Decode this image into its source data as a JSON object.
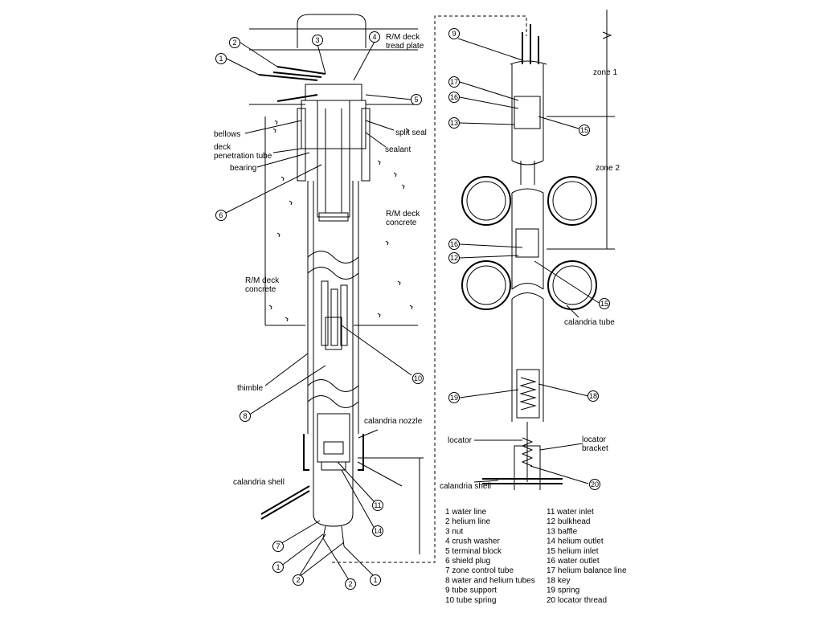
{
  "left_labels": {
    "rm_deck_tread_plate": [
      "R/M deck",
      "tread plate"
    ],
    "bellows": "bellows",
    "deck_penetration_tube": [
      "deck",
      "penetration tube"
    ],
    "bearing": "bearing",
    "split_seal": "split seal",
    "sealant": "sealant",
    "rm_deck_concrete_right": [
      "R/M deck",
      "concrete"
    ],
    "rm_deck_concrete_left": [
      "R/M deck",
      "concrete"
    ],
    "thimble": "thimble",
    "calandria_nozzle": "calandria nozzle",
    "calandria_shell": "calandria shell"
  },
  "right_labels": {
    "zone_1": "zone 1",
    "zone_2": "zone 2",
    "calandria_tube": "calandria tube",
    "locator": "locator",
    "locator_bracket": [
      "locator",
      "bracket"
    ],
    "calandria_shell": "calandria shell"
  },
  "callouts_left": [
    "1",
    "2",
    "3",
    "4",
    "5",
    "6",
    "10",
    "8",
    "11",
    "14",
    "7",
    "1",
    "2",
    "2",
    "1"
  ],
  "callouts_right": [
    "9",
    "17",
    "16",
    "13",
    "15",
    "16",
    "12",
    "15",
    "19",
    "18",
    "20"
  ],
  "legend_left": [
    "1  water line",
    "2  helium line",
    "3  nut",
    "4  crush washer",
    "5  terminal block",
    "6  shield plug",
    "7  zone control tube",
    "8  water and helium tubes",
    "9  tube support",
    "10  tube spring"
  ],
  "legend_right": [
    "11  water inlet",
    "12  bulkhead",
    "13  baffle",
    "14  helium outlet",
    "15  helium inlet",
    "16  water outlet",
    "17  helium balance line",
    "18  key",
    "19  spring",
    "20  locator thread"
  ]
}
